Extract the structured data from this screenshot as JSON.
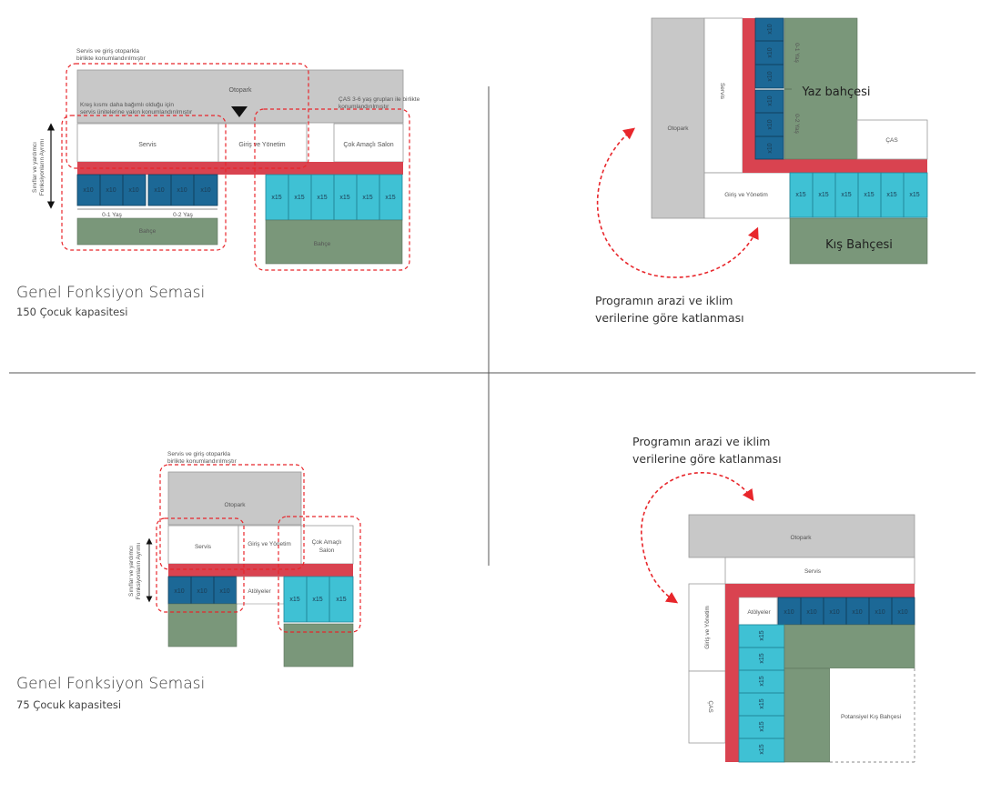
{
  "colors": {
    "gray": "#c8c8c8",
    "red": "#d94350",
    "blue": "#1c6896",
    "cyan": "#3fc1d4",
    "green": "#7a977a",
    "dash": "#e8262b"
  },
  "q1": {
    "note_servis": [
      "Servis ve giriş otoparkla",
      "birlikte konumlandırılmıştır"
    ],
    "note_kres": [
      "Kreş kısmı daha bağımlı olduğu için",
      "servis ünitelerine yakın konumlandırılmıştır"
    ],
    "note_cas": [
      "ÇAS 3-6 yaş grupları ile birlikte",
      "konumlandırılmıştır"
    ],
    "side": [
      "Sınıflar ve yardımcı",
      "Fonksiyonların Ayrımı"
    ],
    "otopark": "Otopark",
    "servis": "Servis",
    "giris": "Giriş ve Yönetim",
    "salon": "Çok Amaçlı Salon",
    "x10": "x10",
    "x15": "x15",
    "age1": "0-1 Yaş",
    "age2": "0-2 Yaş",
    "bahce": "Bahçe",
    "title": "Genel Fonksiyon Semasi",
    "subtitle": "150 Çocuk kapasitesi"
  },
  "q2": {
    "otopark": "Otopark",
    "servis": "Servis",
    "giris": "Giriş ve Yönetim",
    "cas": "ÇAS",
    "yaz": "Yaz bahçesi",
    "kis": "Kış Bahçesi",
    "age1": "0-1 Yaş",
    "age2": "0-2 Yaş",
    "x10": "x10",
    "x15": "x15",
    "note": [
      "Programın arazi ve iklim",
      "verilerine göre katlanması"
    ]
  },
  "q3": {
    "note_servis": [
      "Servis ve giriş otoparkla",
      "birlikte konumlandırılmıştır"
    ],
    "side": [
      "Sınıflar ve yardımcı",
      "Fonksiyonların Ayrımı"
    ],
    "otopark": "Otopark",
    "servis": "Servis",
    "giris": "Giriş ve Yönetim",
    "salon": [
      "Çok Amaçlı",
      "Salon"
    ],
    "atolyeler": "Atölyeler",
    "x10": "x10",
    "x15": "x15",
    "title": "Genel Fonksiyon Semasi",
    "subtitle": "75 Çocuk kapasitesi"
  },
  "q4": {
    "note": [
      "Programın arazi ve iklim",
      "verilerine göre katlanması"
    ],
    "otopark": "Otopark",
    "servis": "Servis",
    "giris": "Giriş ve Yönetim",
    "cas": "ÇAS",
    "atolyeler": "Atölyeler",
    "potansiyel": "Potansiyel Kış Bahçesi",
    "x10": "x10",
    "x15": "x15"
  }
}
